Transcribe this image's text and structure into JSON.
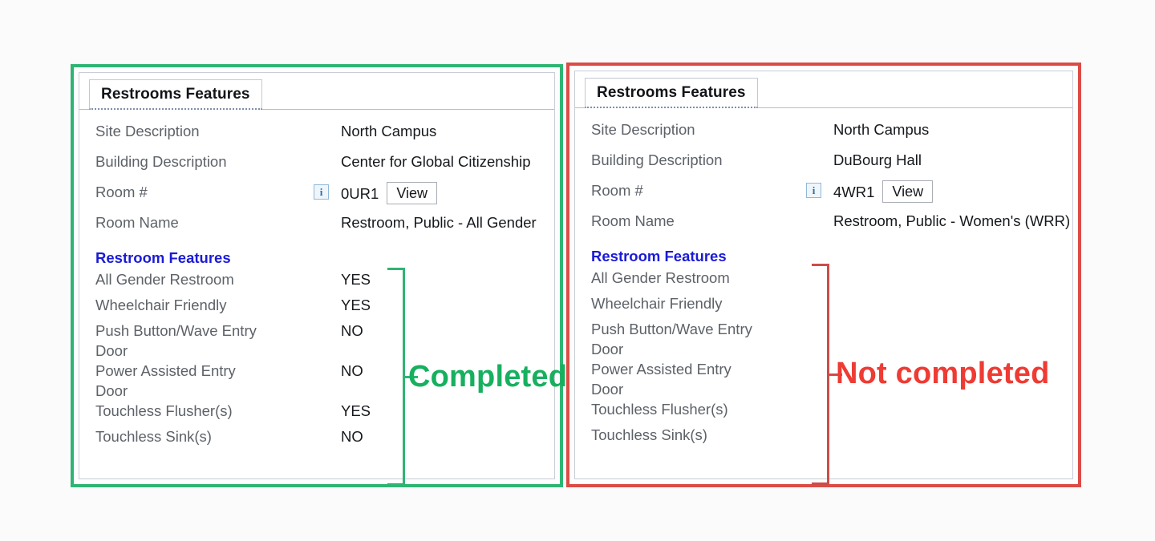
{
  "panels": [
    {
      "status": "completed",
      "border_color": "#2eb573",
      "tab_label": "Restrooms Features",
      "info_icon": "info-icon",
      "view_button_label": "View",
      "section_heading": "Restroom Features",
      "header_fields": [
        {
          "label": "Site Description",
          "value": "North Campus"
        },
        {
          "label": "Building Description",
          "value": "Center for Global Citizenship"
        },
        {
          "label": "Room #",
          "value": "0UR1",
          "has_info_icon": true,
          "has_view_button": true
        },
        {
          "label": "Room Name",
          "value": "Restroom, Public - All Gender"
        }
      ],
      "features": [
        {
          "label": "All Gender Restroom",
          "value": "YES"
        },
        {
          "label": "Wheelchair Friendly",
          "value": "YES"
        },
        {
          "label": "Push Button/Wave Entry\nDoor",
          "value": "NO"
        },
        {
          "label": "Power Assisted Entry\nDoor",
          "value": "NO"
        },
        {
          "label": "Touchless Flusher(s)",
          "value": "YES"
        },
        {
          "label": "Touchless Sink(s)",
          "value": "NO"
        }
      ],
      "annotation": "Completed",
      "annotation_color": "#16b05f"
    },
    {
      "status": "not-completed",
      "border_color": "#dc4b45",
      "tab_label": "Restrooms Features",
      "info_icon": "info-icon",
      "view_button_label": "View",
      "section_heading": "Restroom Features",
      "header_fields": [
        {
          "label": "Site Description",
          "value": "North Campus"
        },
        {
          "label": "Building Description",
          "value": "DuBourg Hall"
        },
        {
          "label": "Room #",
          "value": "4WR1",
          "has_info_icon": true,
          "has_view_button": true
        },
        {
          "label": "Room Name",
          "value": "Restroom, Public - Women's (WRR)"
        }
      ],
      "features": [
        {
          "label": "All Gender Restroom",
          "value": ""
        },
        {
          "label": "Wheelchair Friendly",
          "value": ""
        },
        {
          "label": "Push Button/Wave Entry\nDoor",
          "value": ""
        },
        {
          "label": "Power Assisted Entry\nDoor",
          "value": ""
        },
        {
          "label": "Touchless Flusher(s)",
          "value": ""
        },
        {
          "label": "Touchless Sink(s)",
          "value": ""
        }
      ],
      "annotation": "Not completed",
      "annotation_color": "#ee3b33"
    }
  ]
}
